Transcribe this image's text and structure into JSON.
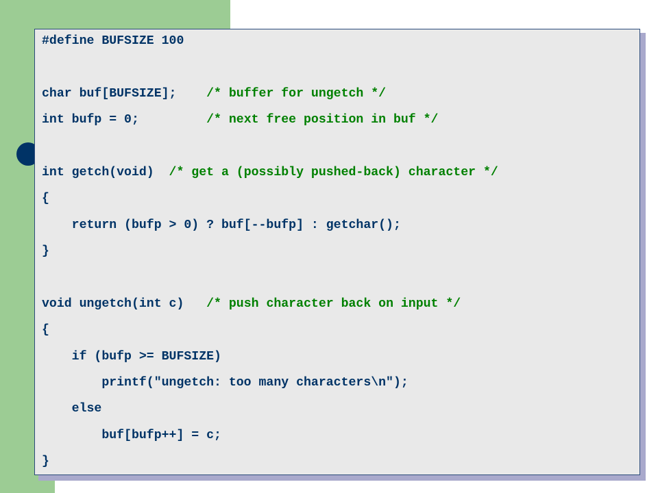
{
  "colors": {
    "code_text": "#003366",
    "comment_text": "#008000",
    "background_band": "#9ccc94",
    "code_box": "#e9e9e9",
    "shadow": "#a9a9cc",
    "bullet": "#003366"
  },
  "code": {
    "line1": "#define BUFSIZE 100",
    "line3_code": "char buf[BUFSIZE];    ",
    "line3_comment": "/* buffer for ungetch */",
    "line4_code": "int bufp = 0;         ",
    "line4_comment": "/* next free position in buf */",
    "line6_code": "int getch(void)  ",
    "line6_comment": "/* get a (possibly pushed-back) character */",
    "line7": "{",
    "line8": "    return (bufp > 0) ? buf[--bufp] : getchar();",
    "line9": "}",
    "line11_code": "void ungetch(int c)   ",
    "line11_comment": "/* push character back on input */",
    "line12": "{",
    "line13": "    if (bufp >= BUFSIZE)",
    "line14": "        printf(\"ungetch: too many characters\\n\");",
    "line15": "    else",
    "line16": "        buf[bufp++] = c;",
    "line17": "}"
  }
}
